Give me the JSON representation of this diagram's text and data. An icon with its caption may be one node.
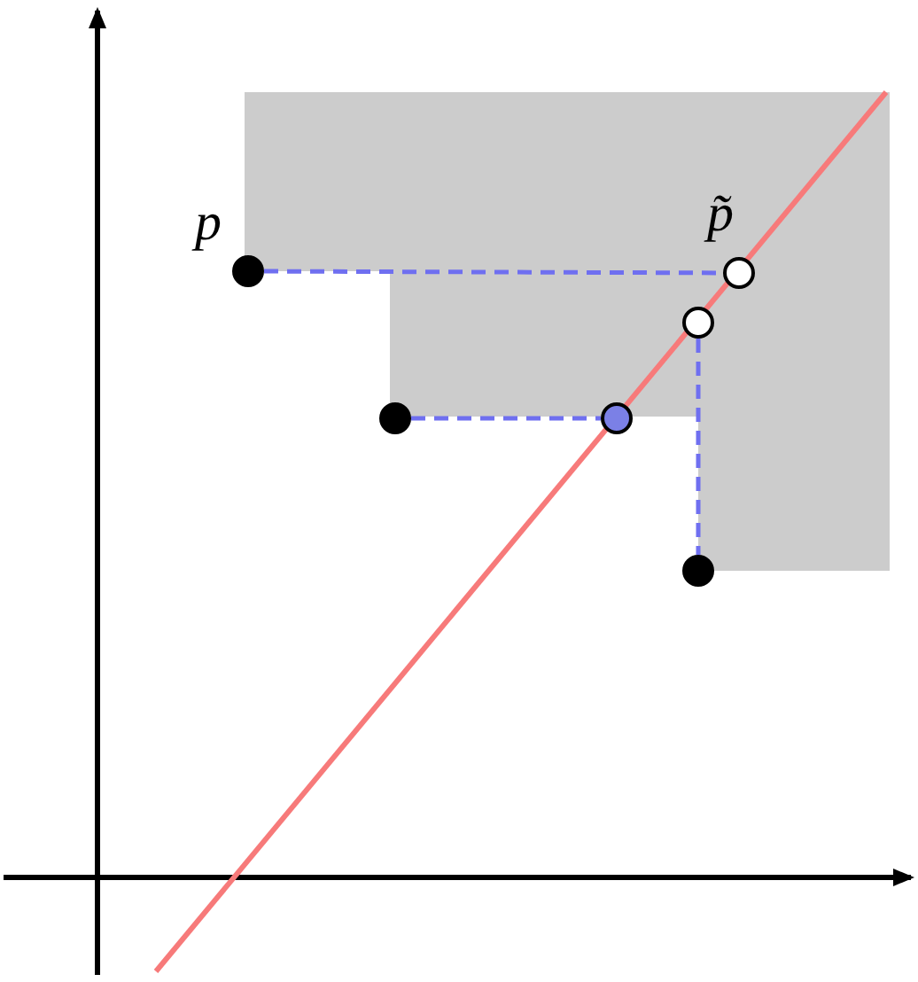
{
  "diagram": {
    "nodes": [
      {
        "text": [],
        "shape": "circle",
        "beside": [
          "p"
        ]
      },
      {
        "text": [],
        "shape": "circle",
        "beside": [
          "p̃"
        ]
      },
      {
        "text": [],
        "shape": "circle"
      },
      {
        "text": [],
        "shape": "circle"
      },
      {
        "text": [],
        "shape": "circle"
      },
      {
        "text": [],
        "shape": "circle"
      }
    ],
    "edges": [
      {
        "from": 0,
        "to": 1,
        "arrow": "none",
        "style": "dashed",
        "color": "#6f6ff0"
      },
      {
        "from": 3,
        "to": 4,
        "arrow": "none",
        "style": "dashed",
        "color": "#6f6ff0"
      },
      {
        "from": 2,
        "to": 5,
        "arrow": "none",
        "style": "dashed",
        "color": "#6f6ff0"
      }
    ]
  }
}
